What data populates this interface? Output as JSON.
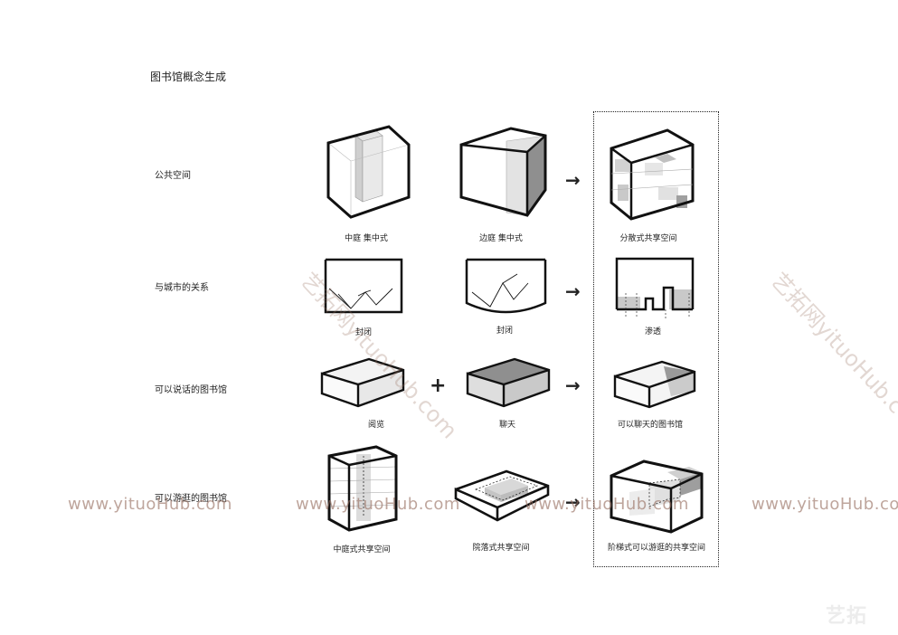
{
  "title": "图书馆概念生成",
  "rows": [
    {
      "label": "公共空间",
      "captions": [
        "中庭  集中式",
        "边庭  集中式",
        "分散式共享空间"
      ]
    },
    {
      "label": "与城市的关系",
      "captions": [
        "封闭",
        "封闭",
        "渗透"
      ]
    },
    {
      "label": "可以说话的图书馆",
      "captions": [
        "阅览",
        "聊天",
        "可以聊天的图书馆"
      ]
    },
    {
      "label": "可以游逛的图书馆",
      "captions": [
        "中庭式共享空间",
        "院落式共享空间",
        "阶梯式可以游逛的共享空间"
      ]
    }
  ],
  "operators": {
    "plus": "+",
    "arrow": "→"
  },
  "watermarks": {
    "horizontal": [
      "www.yituoHub.com",
      "www.yituoHub.com",
      "www.yituoHub.com",
      "www.yituoHub.com"
    ],
    "diagonal": [
      "艺拓网yituoHub.com",
      "艺拓网yituoHub.c"
    ],
    "logo": "艺拓"
  },
  "colors": {
    "line": "#111111",
    "light_gray": "#e4e4e4",
    "mid_gray": "#c9c9c9",
    "dark_gray": "#8f8f8f",
    "watermark": "#96695f"
  }
}
